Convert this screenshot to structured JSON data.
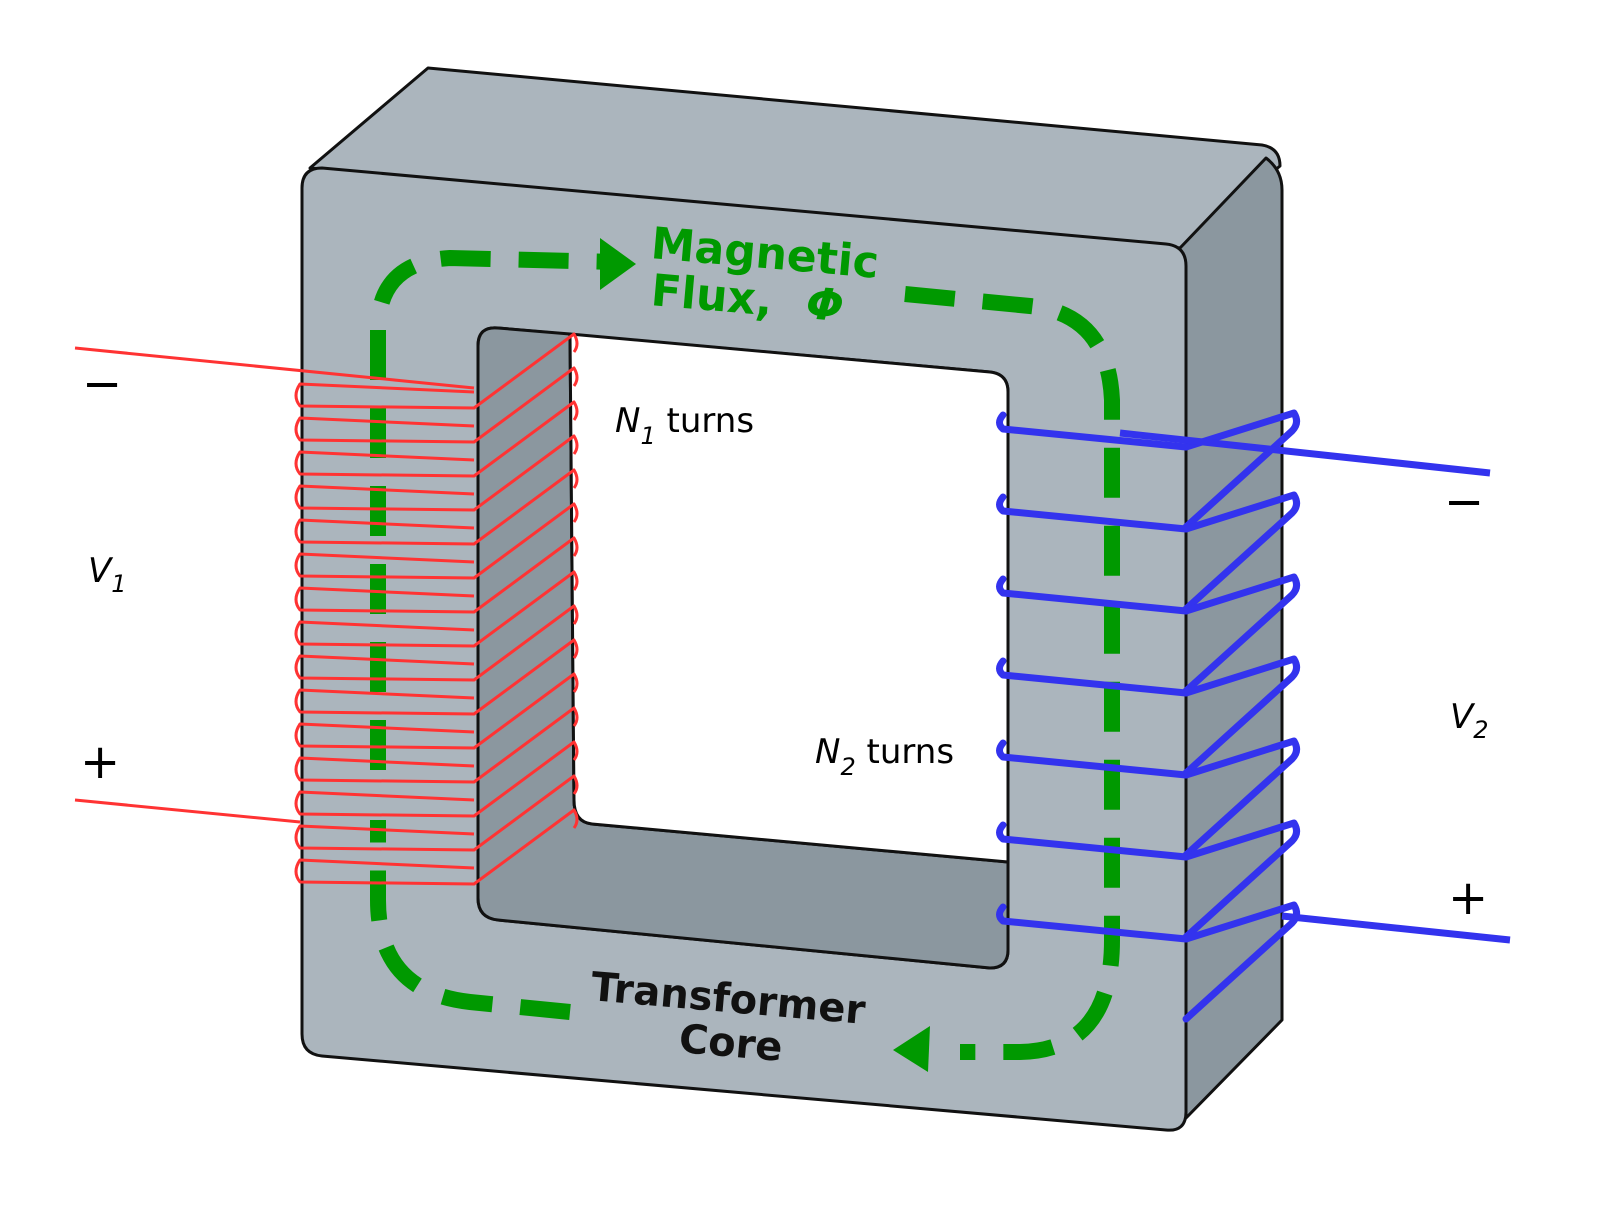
{
  "colors": {
    "core_front": "#abb5bd",
    "core_side": "#8b979f",
    "outline": "#111111",
    "primary_winding": "#ff3333",
    "secondary_winding": "#3333ee",
    "flux": "#009900"
  },
  "labels": {
    "flux_line1": "Magnetic",
    "flux_line2": "Flux,",
    "flux_symbol": "Φ",
    "core_line1": "Transformer",
    "core_line2": "Core",
    "n1_symbol": "N",
    "n1_sub": "1",
    "n1_text": " turns",
    "n2_symbol": "N",
    "n2_sub": "2",
    "n2_text": " turns",
    "v1_symbol": "V",
    "v1_sub": "1",
    "v2_symbol": "V",
    "v2_sub": "2",
    "primary_minus": "−",
    "primary_plus": "+",
    "secondary_minus": "−",
    "secondary_plus": "+"
  },
  "windings": {
    "primary_turns_drawn": 15,
    "secondary_turns_drawn": 7
  }
}
